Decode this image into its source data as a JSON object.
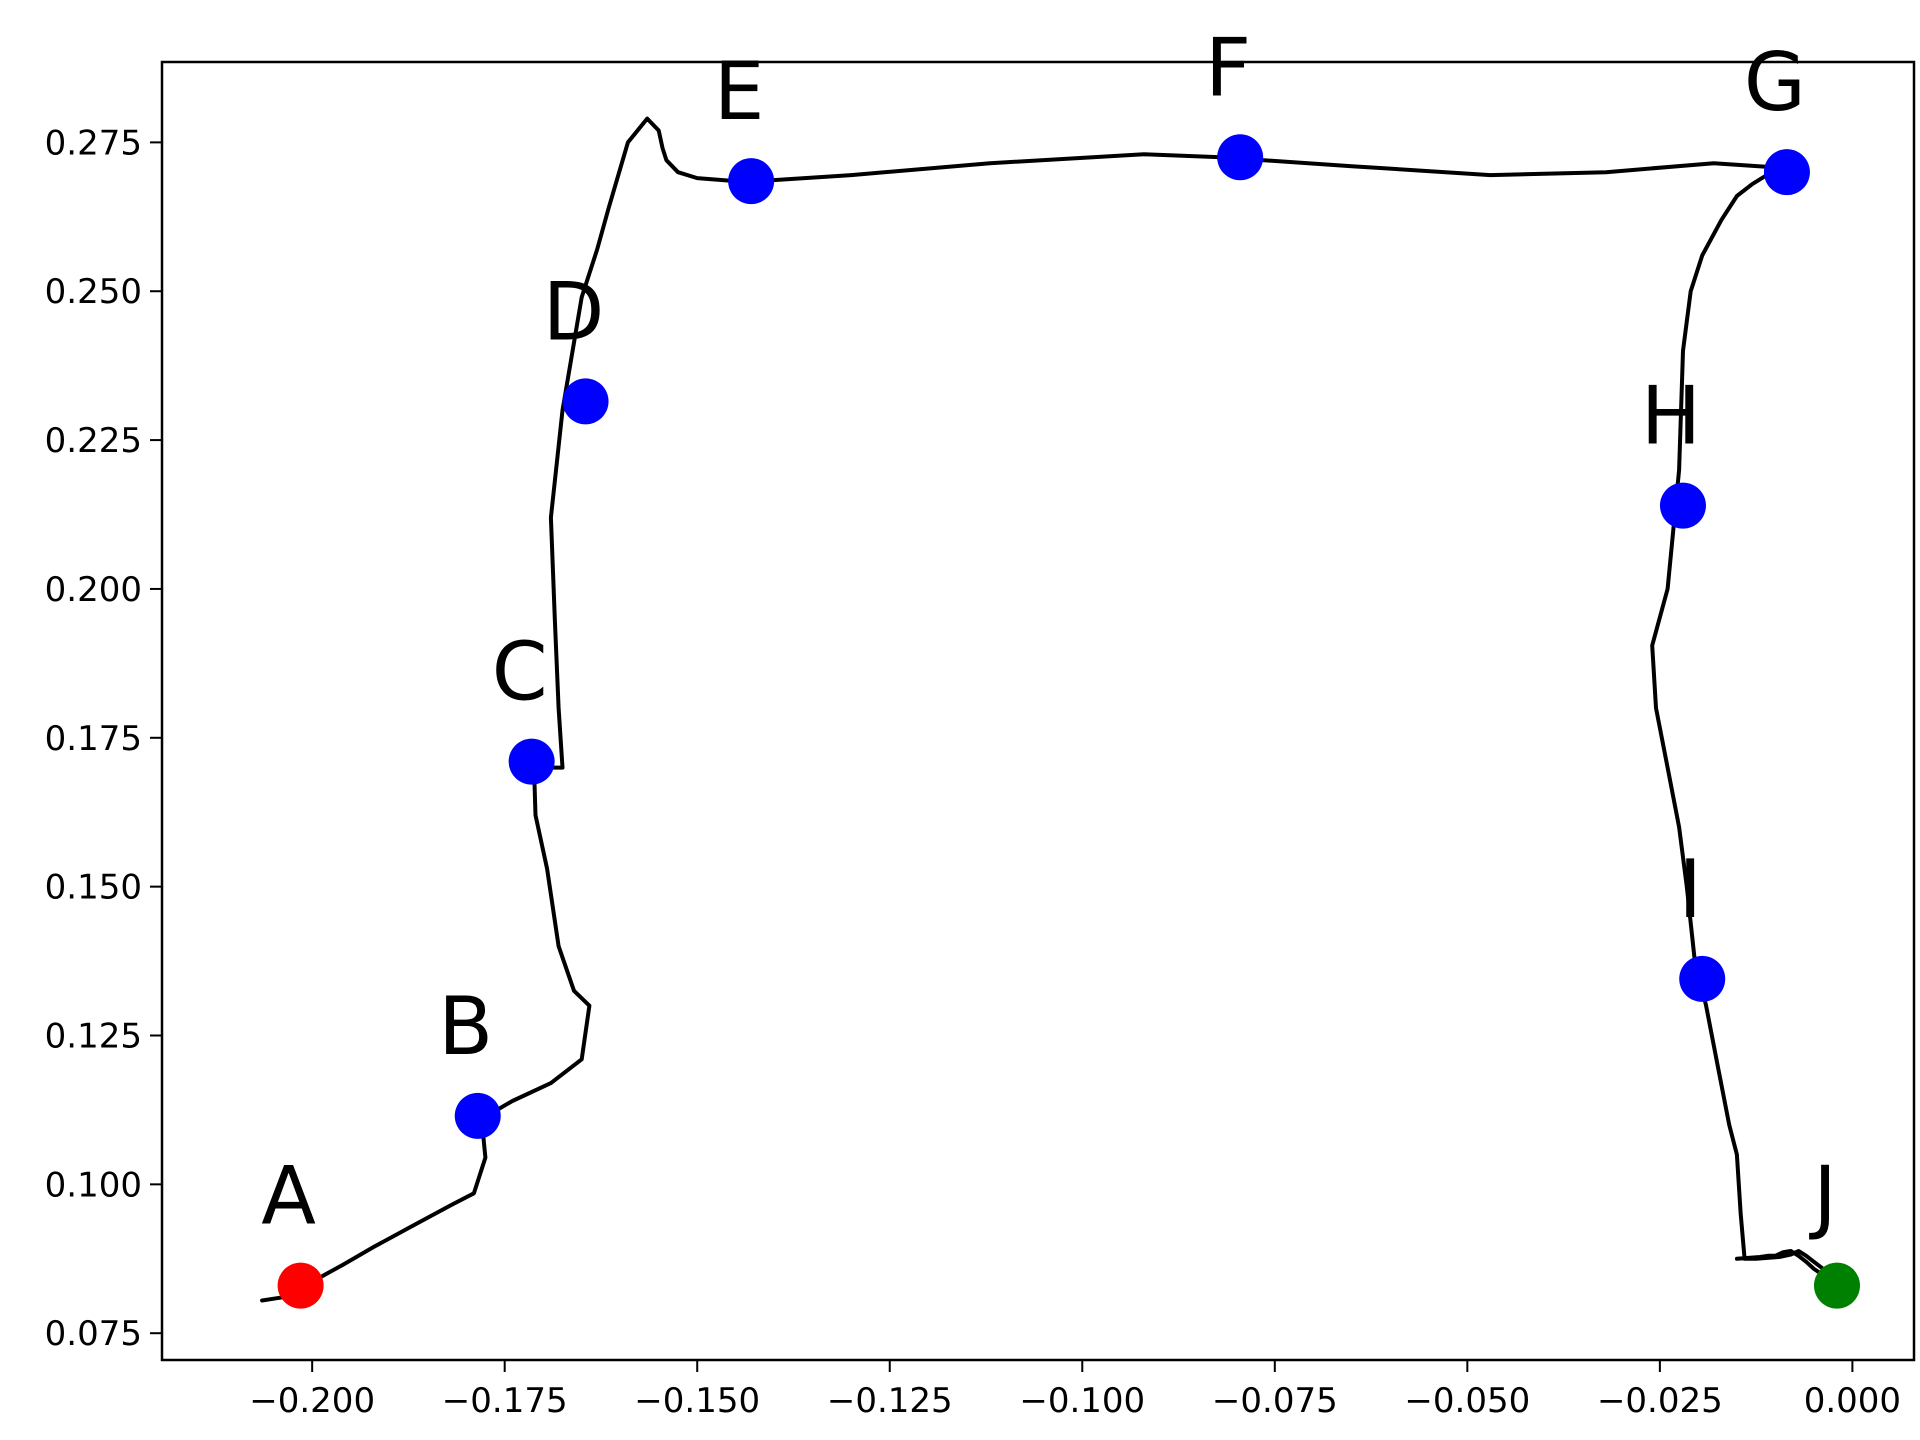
{
  "chart_data": {
    "type": "line",
    "title": "",
    "xlabel": "",
    "ylabel": "",
    "xlim": [
      -0.2195,
      0.008
    ],
    "ylim": [
      0.0705,
      0.2885
    ],
    "grid": false,
    "legend": "none",
    "xticks": [
      -0.2,
      -0.175,
      -0.15,
      -0.125,
      -0.1,
      -0.075,
      -0.05,
      -0.025,
      0.0
    ],
    "xtick_labels": [
      "−0.200",
      "−0.175",
      "−0.150",
      "−0.125",
      "−0.100",
      "−0.075",
      "−0.050",
      "−0.025",
      "0.000"
    ],
    "yticks": [
      0.075,
      0.1,
      0.125,
      0.15,
      0.175,
      0.2,
      0.225,
      0.25,
      0.275
    ],
    "ytick_labels": [
      "0.075",
      "0.100",
      "0.125",
      "0.150",
      "0.175",
      "0.200",
      "0.225",
      "0.250",
      "0.275"
    ],
    "path": {
      "color": "#000000",
      "x": [
        -0.2065,
        -0.205,
        -0.203,
        -0.2015,
        -0.203,
        -0.201,
        -0.1995,
        -0.196,
        -0.192,
        -0.187,
        -0.182,
        -0.179,
        -0.1775,
        -0.178,
        -0.174,
        -0.169,
        -0.165,
        -0.164,
        -0.166,
        -0.168,
        -0.1695,
        -0.171,
        -0.1712,
        -0.1675,
        -0.168,
        -0.1685,
        -0.169,
        -0.1675,
        -0.165,
        -0.163,
        -0.1615,
        -0.159,
        -0.1565,
        -0.155,
        -0.1545,
        -0.154,
        -0.1525,
        -0.15,
        -0.145,
        -0.142,
        -0.13,
        -0.112,
        -0.092,
        -0.082,
        -0.065,
        -0.047,
        -0.032,
        -0.018,
        -0.01,
        -0.008,
        -0.0085,
        -0.0105,
        -0.013,
        -0.015,
        -0.017,
        -0.0195,
        -0.021,
        -0.022,
        -0.0225,
        -0.024,
        -0.026,
        -0.0255,
        -0.024,
        -0.0225,
        -0.0215,
        -0.0205,
        -0.019,
        -0.0175,
        -0.016,
        -0.015,
        -0.0145,
        -0.014,
        -0.0125,
        -0.0095,
        -0.008,
        -0.007,
        -0.006,
        -0.005,
        -0.004,
        -0.003,
        -0.002,
        -0.0025,
        -0.0035,
        -0.005,
        -0.006,
        -0.007,
        -0.008,
        -0.009,
        -0.01,
        -0.011,
        -0.012,
        -0.015
      ],
      "y": [
        0.0805,
        0.0808,
        0.0812,
        0.083,
        0.0815,
        0.0825,
        0.084,
        0.0865,
        0.0895,
        0.093,
        0.0965,
        0.0985,
        0.1045,
        0.111,
        0.114,
        0.117,
        0.121,
        0.13,
        0.1325,
        0.14,
        0.153,
        0.162,
        0.17,
        0.17,
        0.18,
        0.195,
        0.212,
        0.23,
        0.249,
        0.257,
        0.264,
        0.275,
        0.279,
        0.277,
        0.274,
        0.272,
        0.27,
        0.269,
        0.2685,
        0.2685,
        0.2695,
        0.2715,
        0.273,
        0.2725,
        0.271,
        0.2695,
        0.27,
        0.2715,
        0.2708,
        0.2703,
        0.27,
        0.27,
        0.268,
        0.266,
        0.262,
        0.256,
        0.25,
        0.24,
        0.22,
        0.2,
        0.1905,
        0.18,
        0.17,
        0.16,
        0.15,
        0.138,
        0.13,
        0.12,
        0.11,
        0.105,
        0.095,
        0.0875,
        0.0875,
        0.0878,
        0.0882,
        0.0888,
        0.088,
        0.087,
        0.086,
        0.085,
        0.083,
        0.0835,
        0.0845,
        0.0858,
        0.087,
        0.088,
        0.0888,
        0.0886,
        0.088,
        0.088,
        0.0878,
        0.0875
      ]
    },
    "markers": [
      {
        "label": "A",
        "x": -0.2015,
        "y": 0.083,
        "color": "#ff0000"
      },
      {
        "label": "B",
        "x": -0.1785,
        "y": 0.1115,
        "color": "#0000ff"
      },
      {
        "label": "C",
        "x": -0.1715,
        "y": 0.171,
        "color": "#0000ff"
      },
      {
        "label": "D",
        "x": -0.1645,
        "y": 0.2315,
        "color": "#0000ff"
      },
      {
        "label": "E",
        "x": -0.143,
        "y": 0.2685,
        "color": "#0000ff"
      },
      {
        "label": "F",
        "x": -0.0795,
        "y": 0.2725,
        "color": "#0000ff"
      },
      {
        "label": "G",
        "x": -0.0085,
        "y": 0.27,
        "color": "#0000ff"
      },
      {
        "label": "H",
        "x": -0.022,
        "y": 0.214,
        "color": "#0000ff"
      },
      {
        "label": "I",
        "x": -0.0195,
        "y": 0.1345,
        "color": "#0000ff"
      },
      {
        "label": "J",
        "x": -0.002,
        "y": 0.083,
        "color": "#008000"
      }
    ]
  }
}
